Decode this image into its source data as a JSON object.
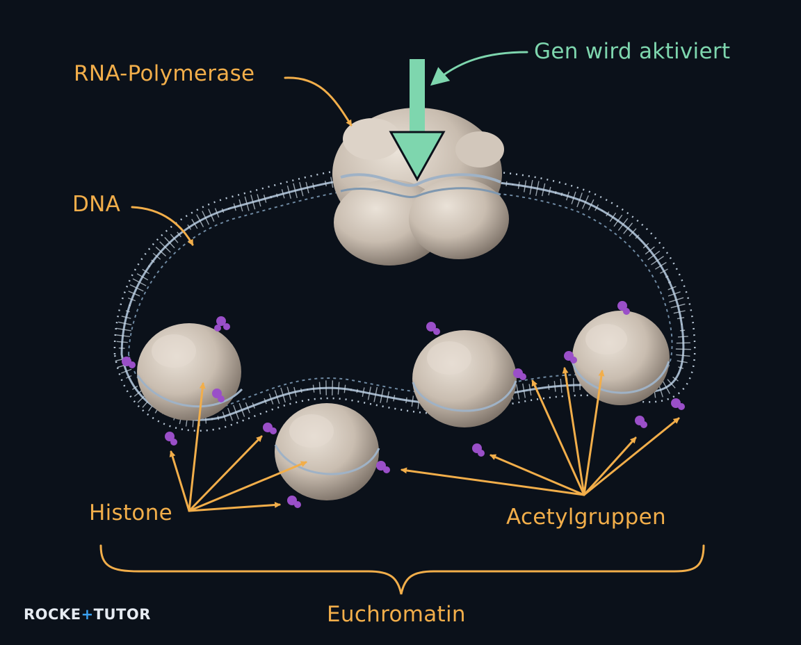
{
  "labels": {
    "rna_polymerase": "RNA-Polymerase",
    "gene_activated": "Gen wird aktiviert",
    "dna": "DNA",
    "histones": "Histone",
    "acetyl_groups": "Acetylgruppen",
    "euchromatin": "Euchromatin"
  },
  "logo": {
    "part1": "ROCKE",
    "mark": "+",
    "part2": "TUTOR"
  },
  "colors": {
    "background": "#0b111a",
    "label_orange": "#f2ae4a",
    "label_green": "#7ed6ae",
    "dna_strand": "#9fb2c6",
    "histone": "#cbbfb3",
    "acetyl": "#9a4fc8",
    "logo_white": "#e6ebf2",
    "logo_blue": "#3aa0f0"
  }
}
